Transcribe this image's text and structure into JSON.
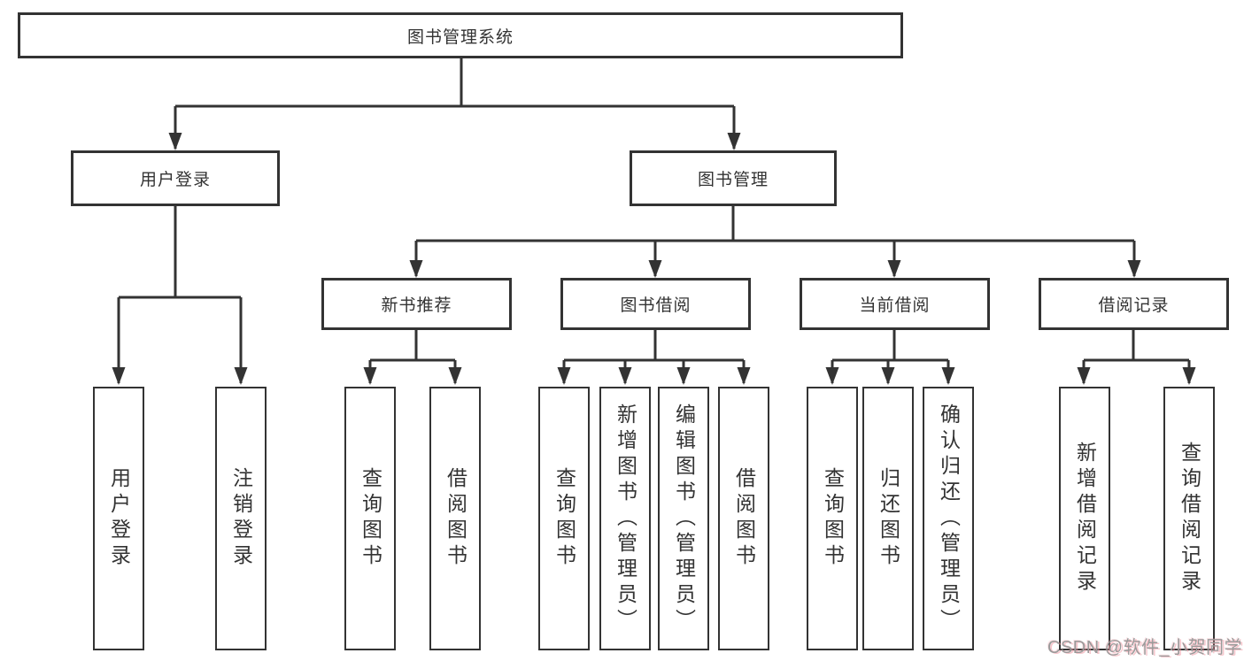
{
  "diagram": {
    "root": "图书管理系统",
    "level2": [
      "用户登录",
      "图书管理"
    ],
    "level3": [
      "新书推荐",
      "图书借阅",
      "当前借阅",
      "借阅记录"
    ],
    "leaves": {
      "login": [
        "用户登录",
        "注销登录"
      ],
      "recommend": [
        "查询图书",
        "借阅图书"
      ],
      "borrow": [
        "查询图书",
        "新增图书（管理员）",
        "编辑图书（管理员）",
        "借阅图书"
      ],
      "current": [
        "查询图书",
        "归还图书",
        "确认归还（管理员）"
      ],
      "records": [
        "新增借阅记录",
        "查询借阅记录"
      ]
    },
    "colors": {
      "line": "#333333",
      "border": "#333333",
      "text": "#333333",
      "background": "#ffffff",
      "watermark": "#9a9a9a",
      "watermark_tint": "#ef8f9b"
    }
  },
  "watermark": "CSDN @软件_小贺同学"
}
